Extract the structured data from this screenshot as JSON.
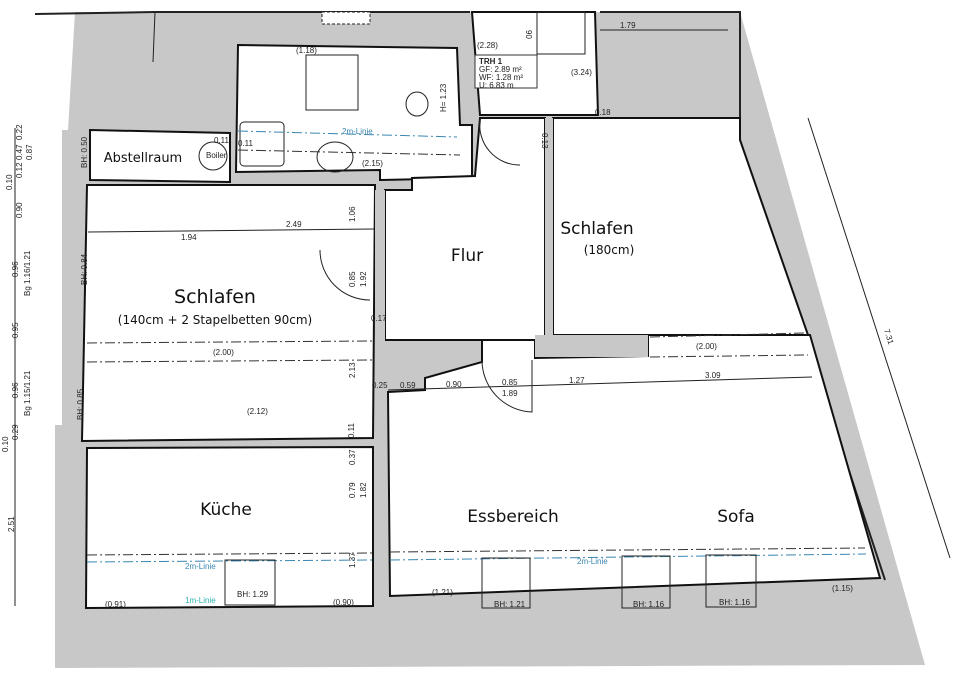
{
  "colors": {
    "wall": "#c8c8c8",
    "line": "#111111",
    "two_m_line": "#3a86b0",
    "one_m_line": "#2fb0b0"
  },
  "rooms": {
    "abstellraum": "Abstellraum",
    "schlafen_left": "Schlafen",
    "schlafen_left_note": "(140cm + 2 Stapelbetten 90cm)",
    "flur": "Flur",
    "schlafen_right": "Schlafen",
    "schlafen_right_note": "(180cm)",
    "kueche": "Küche",
    "essbereich": "Essbereich",
    "sofa": "Sofa"
  },
  "trh": {
    "title": "TRH 1",
    "gf": "GF: 2.89 m²",
    "wf": "WF: 1.28 m²",
    "u": "U: 6.83 m"
  },
  "dims": [
    "1.79",
    "(2.28)",
    "(3.24)",
    "0.18",
    "(1.18)",
    "H= 1.23",
    "2m-Linie",
    "0.11",
    "0.11",
    "(2.15)",
    "2.49",
    "1.94",
    "1.06",
    "0.85",
    "1.92",
    "0.17",
    "(2.00)",
    "2.13",
    "(2.12)",
    "0.11",
    "0.37",
    "0.79",
    "1.82",
    "1.37",
    "2m-Linie",
    "BH: 1.29",
    "1m-Linie",
    "(0.91)",
    "(0.90)",
    "0.25",
    "0.59",
    "0.90",
    "0.85",
    "1.89",
    "1.27",
    "3.09",
    "(2.00)",
    "2m-Linie",
    "(1.21)",
    "BH: 1.21",
    "BH: 1.16",
    "BH: 1.16",
    "(1.15)",
    "7.31",
    "BH: 0.84",
    "BH: 0.85",
    "BH: 0.50",
    "Boiler",
    "0.13",
    "90"
  ],
  "left_dims": [
    "0.22",
    "0.47",
    "0.87",
    "0.12",
    "0.10",
    "0.90",
    "0.96",
    "Bg 1.16/1.21",
    "0.95",
    "0.96",
    "Bg 1.15/1.21",
    "0.29",
    "0.10",
    "2.51"
  ]
}
